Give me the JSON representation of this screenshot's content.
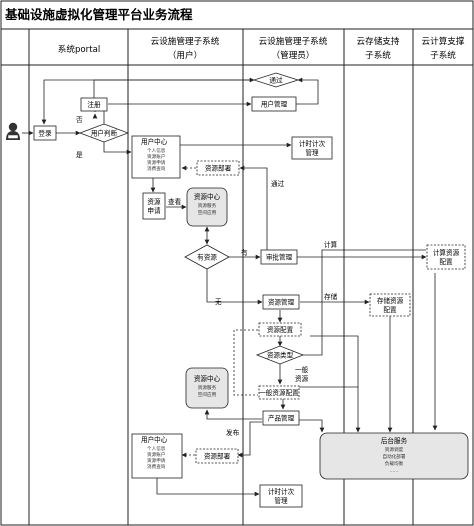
{
  "title": "基础设施虚拟化管理平台业务流程",
  "columns": {
    "portal": "系统portal",
    "user_mgmt": [
      "云设施管理子系统",
      "（用户）"
    ],
    "admin_mgmt": [
      "云设施管理子系统",
      "（管理员）"
    ],
    "storage": [
      "云存储支持",
      "子系统"
    ],
    "compute": [
      "云计算支撑",
      "子系统"
    ]
  },
  "nodes": {
    "login": "登录",
    "register": "注册",
    "user_check": "用户判断",
    "approve_top": "通过",
    "user_manage": "用户管理",
    "user_center_1": {
      "title": "用户中心",
      "items": [
        "个人信息",
        "资源账户",
        "资源申请",
        "消费查询"
      ]
    },
    "billing_1": [
      "计时计次",
      "管理"
    ],
    "resource_deploy_1": "资源部署",
    "resource_request": [
      "资源",
      "申请"
    ],
    "resource_center_1": {
      "title": "资源中心",
      "items": [
        "资源服务",
        "空间应用"
      ]
    },
    "has_resource": "有资源",
    "approve_manage": "审批管理",
    "compute_config": [
      "计算资源",
      "配置"
    ],
    "resource_manage": "资源管理",
    "storage_config": [
      "存储资源",
      "配置"
    ],
    "resource_config": "资源配置",
    "resource_type": "资源类型",
    "general_config": "一般资源配置",
    "resource_center_2": {
      "title": "资源中心",
      "items": [
        "资源服务",
        "空间应用"
      ]
    },
    "product_manage": "产品管理",
    "user_center_2": {
      "title": "用户中心",
      "items": [
        "个人信息",
        "资源账户",
        "资源申请",
        "消费查询"
      ]
    },
    "resource_deploy_2": "资源部署",
    "backend": {
      "title": "后台服务",
      "items": [
        "资源调度",
        "自动化部署",
        "负载均衡",
        "……"
      ]
    },
    "billing_2": [
      "计时计次",
      "管理"
    ]
  },
  "edge_labels": {
    "no": "否",
    "yes": "是",
    "view": "查看",
    "approved": "通过",
    "has": "有",
    "none": "无",
    "compute": "计算",
    "storage": "存储",
    "general_resource": [
      "一般",
      "资源"
    ],
    "publish": "发布"
  }
}
